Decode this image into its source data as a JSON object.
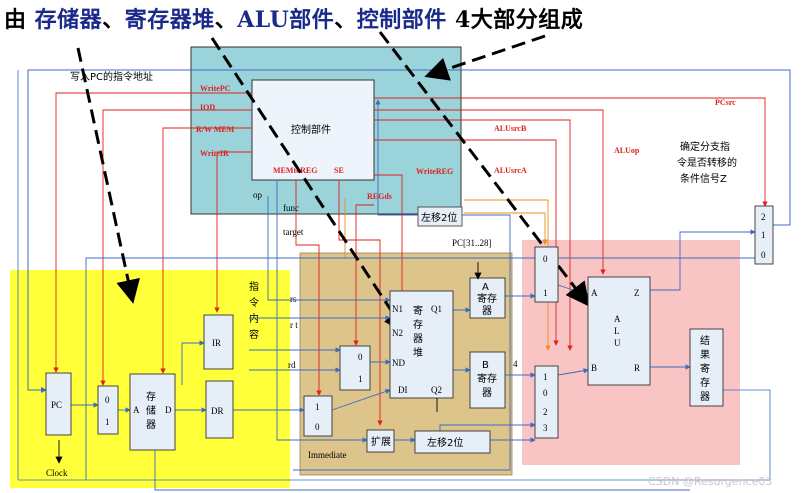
{
  "title": {
    "p1": "由 ",
    "p2": "存储器",
    "p3": "、",
    "p4": "寄存器堆",
    "p5": "、",
    "p6": "ALU部件",
    "p7": "、",
    "p8": "控制部件",
    "p9": " 4大部分组成"
  },
  "blocks": {
    "control": "控制部件",
    "pc": "PC",
    "mux_pc": [
      "0",
      "1"
    ],
    "memory": "存储器",
    "memory_a": "A",
    "memory_d": "D",
    "ir": "IR",
    "dr": "DR",
    "ir_caption": "指令内容",
    "regfile": "寄存器堆",
    "regfile_ports": {
      "n1": "N1",
      "n2": "N2",
      "nd": "ND",
      "di": "DI",
      "q1": "Q1",
      "q2": "Q2"
    },
    "reg_a": "A寄存器",
    "reg_b": "B寄存器",
    "alu": "ALU",
    "alu_ports": {
      "a": "A",
      "b": "B",
      "z": "Z",
      "r": "R"
    },
    "result_reg": "结果寄存器",
    "extend": "扩展",
    "shift_left_top": "左移2位",
    "shift_left_bottom": "左移2位",
    "mux_nd": [
      "0",
      "1"
    ],
    "mux_di": [
      "1",
      "0"
    ],
    "mux_a": [
      "0",
      "1"
    ],
    "mux_b": [
      "1",
      "0",
      "2",
      "3"
    ],
    "mux_pc_src": [
      "2",
      "1",
      "0"
    ]
  },
  "labels": {
    "write_pc_addr": "写入PC的指令地址",
    "op": "op",
    "func": "func",
    "target": "target",
    "rs": "rs",
    "rt": "r t",
    "rd": "rd",
    "immediate": "Immediate",
    "clock": "Clock",
    "pc_31_28": "PC[31..28]",
    "four": "4",
    "branch_note": "确定分支指令是否转移的条件信号Z"
  },
  "signals": {
    "write_pc": "WritePC",
    "iod": "IOD",
    "rw_mem": "R/W MEM",
    "write_ir": "WriteIR",
    "mem_to_reg": "MEMtoREG",
    "se": "SE",
    "reg_ds": "REGds",
    "write_reg": "WriteREG",
    "alu_src_b": "ALUsrcB",
    "alu_src_a": "ALUsrcA",
    "alu_op": "ALUop",
    "pc_src": "PCsrc"
  },
  "watermark": "CSDN @Resurgence03",
  "colors": {
    "control_bg": "#9ad4da",
    "memory_region": "#ffff3a",
    "regfile_region": "#dcc48a",
    "alu_region": "#f8c4c4",
    "signal_red": "#e0201e",
    "wire_blue": "#3d6cc0",
    "title_blue": "#1a2a8a"
  }
}
